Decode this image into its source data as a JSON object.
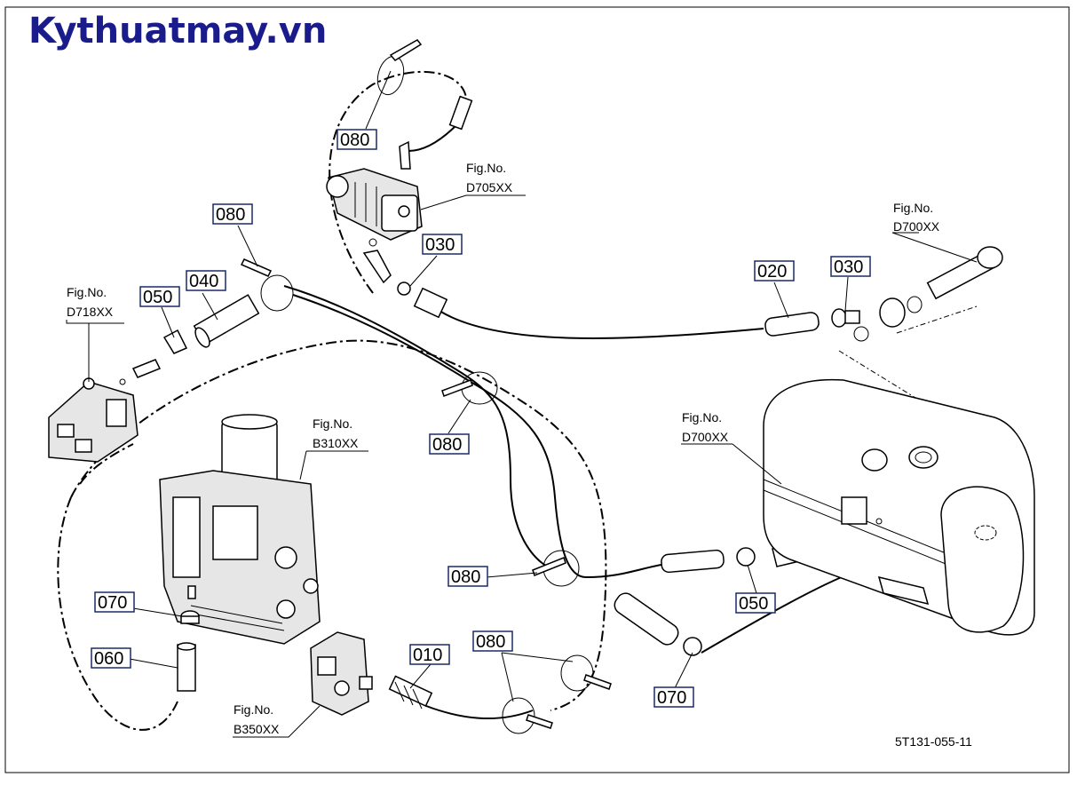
{
  "logo": {
    "text": "Kythuatmay.vn",
    "color": "#1b1c8c"
  },
  "reference_code": "5T131-055-11",
  "colors": {
    "label_box_border": "#1a2a66",
    "line": "#000000",
    "background": "#ffffff"
  },
  "part_labels": [
    {
      "id": "p080a",
      "text": "080"
    },
    {
      "id": "p030a",
      "text": "030"
    },
    {
      "id": "p080b",
      "text": "080"
    },
    {
      "id": "p050a",
      "text": "050"
    },
    {
      "id": "p040",
      "text": "040"
    },
    {
      "id": "p020",
      "text": "020"
    },
    {
      "id": "p030b",
      "text": "030"
    },
    {
      "id": "p080c",
      "text": "080"
    },
    {
      "id": "p080d",
      "text": "080"
    },
    {
      "id": "p050b",
      "text": "050"
    },
    {
      "id": "p070a",
      "text": "070"
    },
    {
      "id": "p060",
      "text": "060"
    },
    {
      "id": "p010",
      "text": "010"
    },
    {
      "id": "p080e",
      "text": "080"
    },
    {
      "id": "p070b",
      "text": "070"
    }
  ],
  "fig_refs": [
    {
      "id": "d705",
      "line1": "Fig.No.",
      "line2": "D705XX"
    },
    {
      "id": "d700a",
      "line1": "Fig.No.",
      "line2": "D700XX"
    },
    {
      "id": "d718",
      "line1": "Fig.No.",
      "line2": "D718XX"
    },
    {
      "id": "b310",
      "line1": "Fig.No.",
      "line2": "B310XX"
    },
    {
      "id": "d700b",
      "line1": "Fig.No.",
      "line2": "D700XX"
    },
    {
      "id": "b350",
      "line1": "Fig.No.",
      "line2": "B350XX"
    }
  ]
}
